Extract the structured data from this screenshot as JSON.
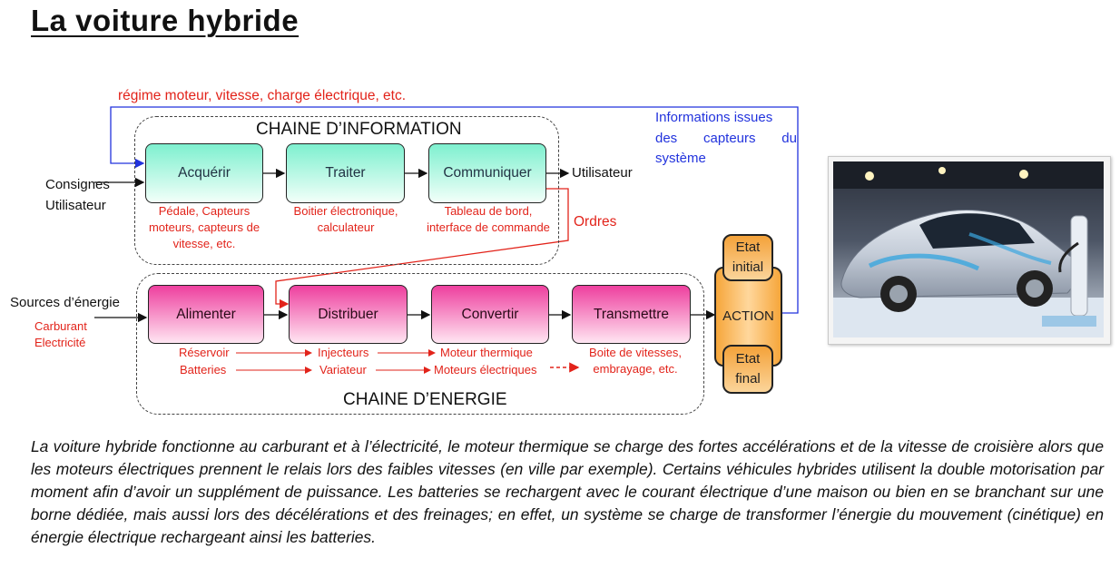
{
  "title": "La voiture hybride",
  "info_chain": {
    "title": "CHAINE D’INFORMATION",
    "blocks": [
      "Acquérir",
      "Traiter",
      "Communiquer"
    ],
    "notes": [
      [
        "Pédale, Capteurs",
        "moteurs, capteurs de",
        "vitesse, etc."
      ],
      [
        "Boitier électronique,",
        "calculateur"
      ],
      [
        "Tableau de bord,",
        "interface de commande"
      ]
    ]
  },
  "energy_chain": {
    "title": "CHAINE D’ENERGIE",
    "blocks": [
      "Alimenter",
      "Distribuer",
      "Convertir",
      "Transmettre"
    ],
    "row1": [
      "Réservoir",
      "Injecteurs",
      "Moteur thermique"
    ],
    "row2": [
      "Batteries",
      "Variateur",
      "Moteurs électriques"
    ],
    "transmit_notes": [
      "Boite de vitesses,",
      "embrayage, etc."
    ]
  },
  "labels": {
    "feedback_top": "régime moteur, vitesse, charge électrique, etc.",
    "consignes": [
      "Consignes",
      "Utilisateur"
    ],
    "utilisateur": "Utilisateur",
    "ordres": "Ordres",
    "sources": "Sources d’énergie",
    "source_types": [
      "Carburant",
      "Electricité"
    ],
    "sensor_info": [
      "Informations issues",
      "des capteurs du",
      "système"
    ]
  },
  "action": {
    "label": "ACTION",
    "initial": [
      "Etat",
      "initial"
    ],
    "final": [
      "Etat",
      "final"
    ]
  },
  "paragraph": "La voiture hybride fonctionne au carburant et à l’électricité, le moteur thermique se charge des fortes accélérations et de la vitesse de croisière alors que les moteurs électriques prennent le relais lors des faibles vitesses (en ville par exemple). Certains véhicules hybrides utilisent la double motorisation par moment afin d’avoir un supplément de puissance. Les batteries se rechargent avec le courant électrique d’une maison ou bien en se branchant sur une borne dédiée, mais aussi lors des décélérations et des freinages; en effet, un système se charge de transformer l’énergie du mouvement (cinétique) en énergie électrique rechargeant ainsi les batteries.",
  "colors": {
    "feedback_red": "#e2231a",
    "sensor_blue": "#2233dd",
    "info_block": "#7ef0cf",
    "energy_block": "#ee3f9e",
    "action_orange": "#f6a63b"
  },
  "photo": {
    "subject": "hybrid-car-charging-photo"
  }
}
